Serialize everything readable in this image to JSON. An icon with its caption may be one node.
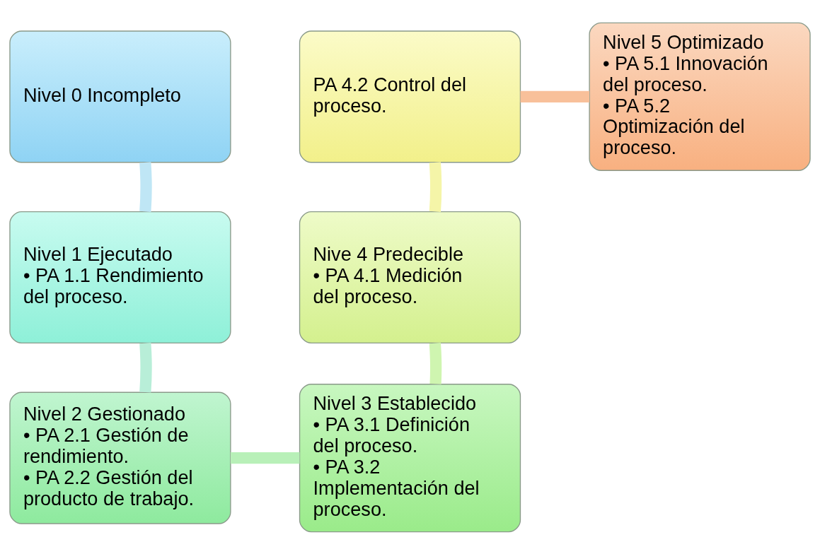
{
  "diagram": {
    "nodes": [
      {
        "text": [
          "Nivel 0 Incompleto"
        ]
      },
      {
        "text": [
          "Nivel 1 Ejecutado",
          "• PA 1.1 Rendimiento del proceso."
        ]
      },
      {
        "text": [
          "Nivel 2 Gestionado",
          "• PA 2.1 Gestión de rendimiento.",
          "• PA 2.2 Gestión del producto de trabajo."
        ]
      },
      {
        "text": [
          "Nivel 3 Establecido",
          "• PA 3.1 Definición del proceso.",
          "• PA 3.2 Implementación del proceso."
        ]
      },
      {
        "text": [
          "Nive 4 Predecible",
          "• PA 4.1 Medición del proceso."
        ]
      },
      {
        "text": [
          "PA 4.2 Control del proceso."
        ]
      },
      {
        "text": [
          "Nivel 5 Optimizado",
          "• PA 5.1 Innovación del proceso.",
          "• PA 5.2 Optimización del proceso."
        ]
      }
    ],
    "edges": [
      {
        "from": 0,
        "to": 1,
        "arrow": "none",
        "color": "#bfe6f5"
      },
      {
        "from": 1,
        "to": 2,
        "arrow": "none",
        "color": "#b8eed8"
      },
      {
        "from": 2,
        "to": 3,
        "arrow": "none",
        "color": "#b8f0b8"
      },
      {
        "from": 3,
        "to": 4,
        "arrow": "none",
        "color": "#cff5b0"
      },
      {
        "from": 4,
        "to": 5,
        "arrow": "none",
        "color": "#f5f5a8"
      },
      {
        "from": 5,
        "to": 6,
        "arrow": "none",
        "color": "#f8c09a"
      }
    ]
  }
}
